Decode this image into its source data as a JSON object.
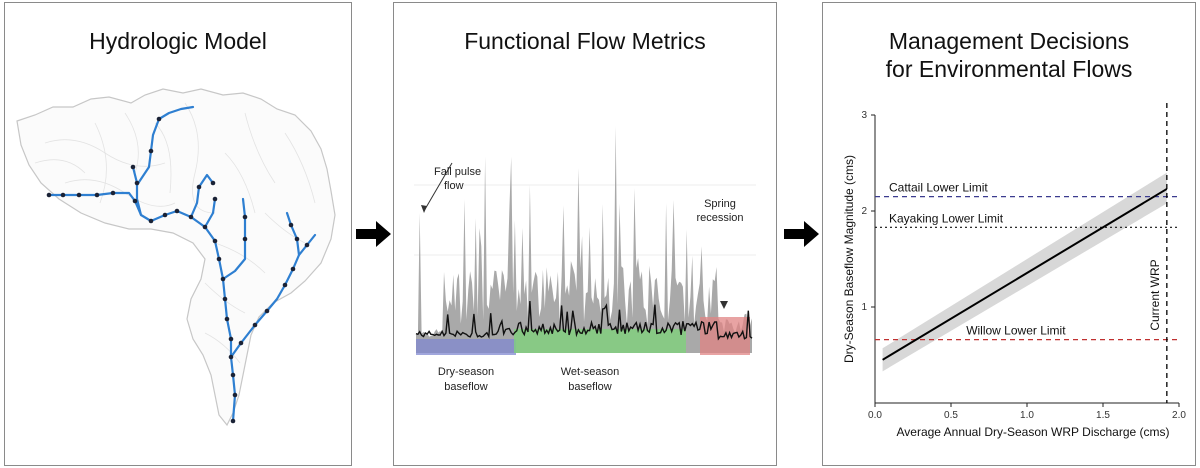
{
  "panels": {
    "hydrologic": {
      "title": "Hydrologic Model"
    },
    "flow_metrics": {
      "title": "Functional Flow Metrics",
      "labels": {
        "fall_pulse_1": "Fall pulse",
        "fall_pulse_2": "flow",
        "spring_1": "Spring",
        "spring_2": "recession",
        "dry_1": "Dry-season",
        "dry_2": "baseflow",
        "wet_1": "Wet-season",
        "wet_2": "baseflow"
      }
    },
    "management": {
      "title_line1": "Management Decisions",
      "title_line2": "for Environmental Flows"
    }
  },
  "colors": {
    "river": "#2e7fd1",
    "node": "#1a2236",
    "grey_band": "#a9a9a9",
    "dry_band": "#8088d0",
    "wet_band": "#7ed47a",
    "spring_band": "#e08484",
    "cattail": "#3b3b8f",
    "willow": "#c03030"
  },
  "chart_data": {
    "type": "line",
    "xlabel": "Average Annual Dry-Season WRP Discharge (cms)",
    "ylabel": "Dry-Season Baseflow Magnitude (cms)",
    "xlim": [
      0,
      2.0
    ],
    "ylim": [
      0,
      3
    ],
    "xticks": [
      "0.0",
      "0.5",
      "1.0",
      "1.5",
      "2.0"
    ],
    "yticks": [
      "1",
      "2",
      "3"
    ],
    "fit_line": {
      "x": [
        0.05,
        1.92
      ],
      "y": [
        0.45,
        2.23
      ]
    },
    "confidence_band": {
      "x": [
        0.05,
        1.92
      ],
      "lower": [
        0.33,
        2.08
      ],
      "upper": [
        0.57,
        2.4
      ]
    },
    "thresholds": [
      {
        "label": "Cattail Lower Limit",
        "y": 2.15,
        "style": "dashed",
        "color": "#3b3b8f"
      },
      {
        "label": "Kayaking Lower Limit",
        "y": 1.83,
        "style": "dotted",
        "color": "#111111"
      },
      {
        "label": "Willow Lower Limit",
        "y": 0.66,
        "style": "dashed",
        "color": "#c03030"
      }
    ],
    "vertical_line": {
      "label": "Current WRP",
      "x": 1.92
    },
    "grid": false
  }
}
